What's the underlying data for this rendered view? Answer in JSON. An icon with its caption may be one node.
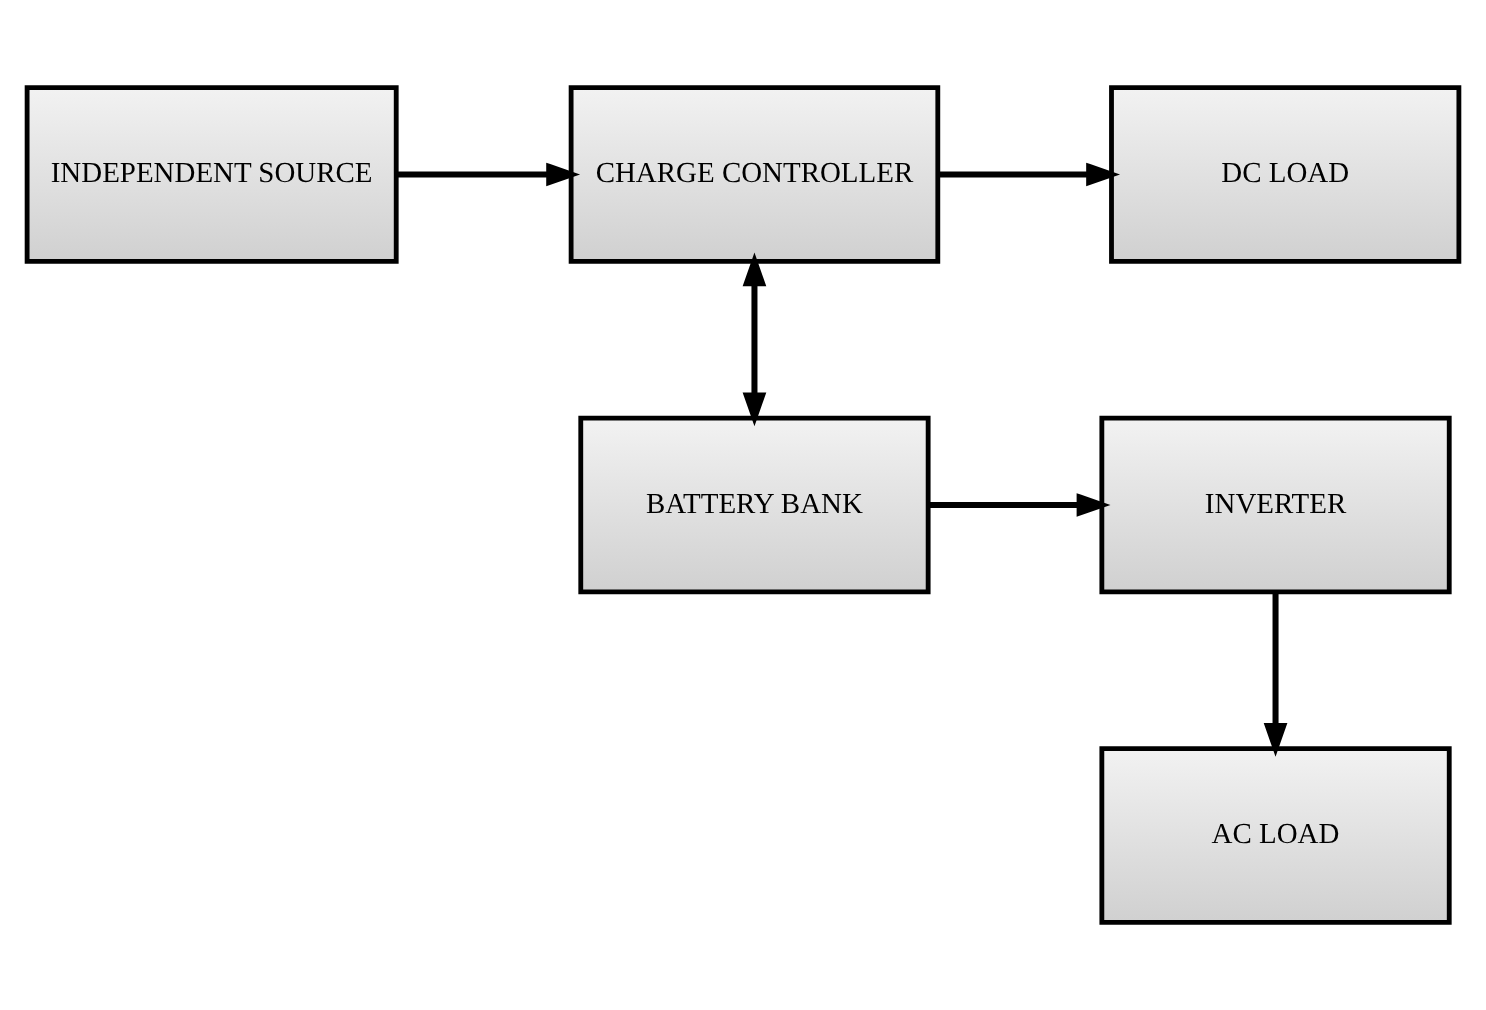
{
  "diagram": {
    "nodes": [
      {
        "text": [
          "INDEPENDENT SOURCE"
        ]
      },
      {
        "text": [
          "CHARGE CONTROLLER"
        ]
      },
      {
        "text": [
          "DC LOAD"
        ]
      },
      {
        "text": [
          "BATTERY BANK"
        ]
      },
      {
        "text": [
          "INVERTER"
        ]
      },
      {
        "text": [
          "AC LOAD"
        ]
      }
    ],
    "edges": [
      {
        "from": 0,
        "to": 1,
        "arrow": "to"
      },
      {
        "from": 1,
        "to": 2,
        "arrow": "to"
      },
      {
        "from": 1,
        "to": 3,
        "arrow": "both"
      },
      {
        "from": 3,
        "to": 4,
        "arrow": "to"
      },
      {
        "from": 4,
        "to": 5,
        "arrow": "to"
      }
    ]
  }
}
